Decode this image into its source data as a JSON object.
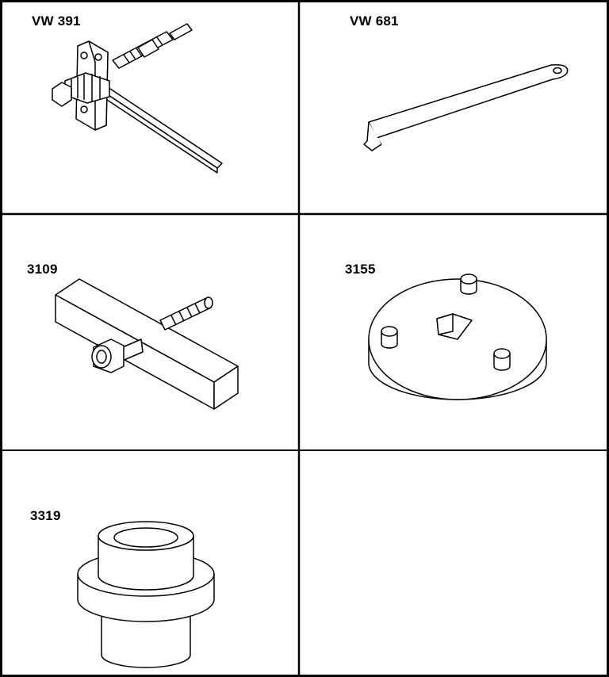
{
  "sheet": {
    "cells": [
      {
        "id": "vw391",
        "label": "VW 391"
      },
      {
        "id": "vw681",
        "label": "VW 681"
      },
      {
        "id": "t3109",
        "label": "3109"
      },
      {
        "id": "t3155",
        "label": "3155"
      },
      {
        "id": "t3319",
        "label": "3319"
      },
      {
        "id": "empty",
        "label": ""
      }
    ]
  }
}
